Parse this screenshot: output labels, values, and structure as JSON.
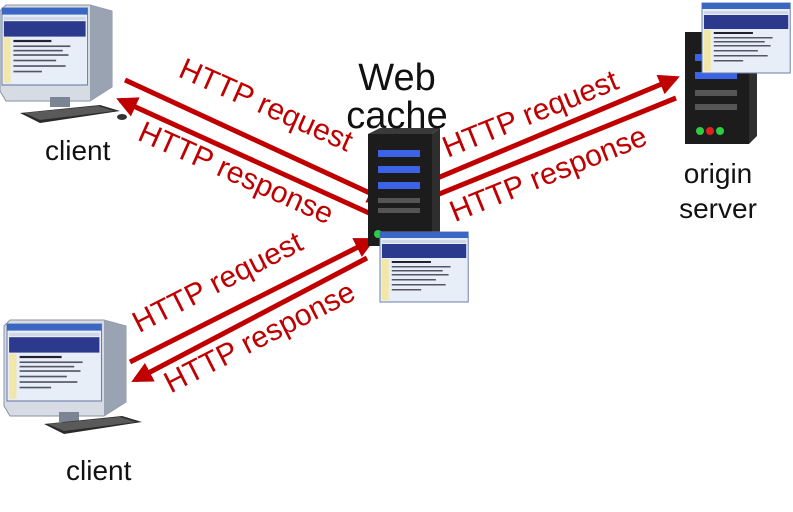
{
  "colors": {
    "arrow": "#c00000",
    "label_red": "#c00000",
    "text_black": "#111111",
    "server_body": "#1c1c1c",
    "server_blue": "#3b63e6",
    "screen_blue": "#2b3a8c"
  },
  "nodes": {
    "client_top": {
      "label": "client",
      "icon": "desktop-computer-icon"
    },
    "client_bottom": {
      "label": "client",
      "icon": "desktop-computer-icon"
    },
    "cache": {
      "label_line1": "Web",
      "label_line2": "cache",
      "icon": "server-icon"
    },
    "origin": {
      "label_line1": "origin",
      "label_line2": "server",
      "icon": "server-icon"
    }
  },
  "messages": {
    "top_left_request": "HTTP request",
    "top_left_response": "HTTP response",
    "right_request": "HTTP request",
    "right_response": "HTTP response",
    "bottom_left_request": "HTTP request",
    "bottom_left_response": "HTTP response"
  }
}
